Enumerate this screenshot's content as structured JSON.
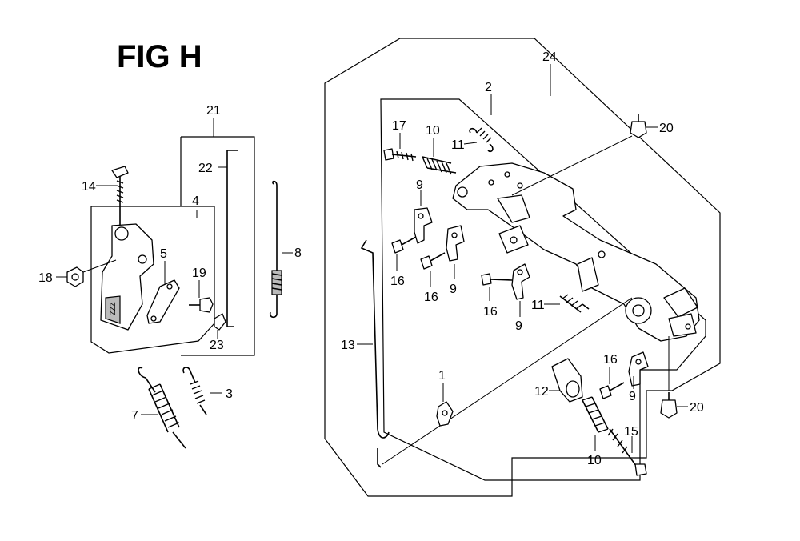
{
  "title": "FIG H",
  "labels": {
    "n1": "1",
    "n2": "2",
    "n3": "3",
    "n4": "4",
    "n5": "5",
    "n7": "7",
    "n8": "8",
    "n9a": "9",
    "n9b": "9",
    "n9c": "9",
    "n9d": "9",
    "n10a": "10",
    "n10b": "10",
    "n11a": "11",
    "n11b": "11",
    "n12": "12",
    "n13": "13",
    "n14": "14",
    "n15": "15",
    "n16a": "16",
    "n16b": "16",
    "n16c": "16",
    "n16d": "16",
    "n17": "17",
    "n18": "18",
    "n19": "19",
    "n20a": "20",
    "n20b": "20",
    "n21": "21",
    "n22": "22",
    "n23": "23",
    "n24": "24"
  }
}
